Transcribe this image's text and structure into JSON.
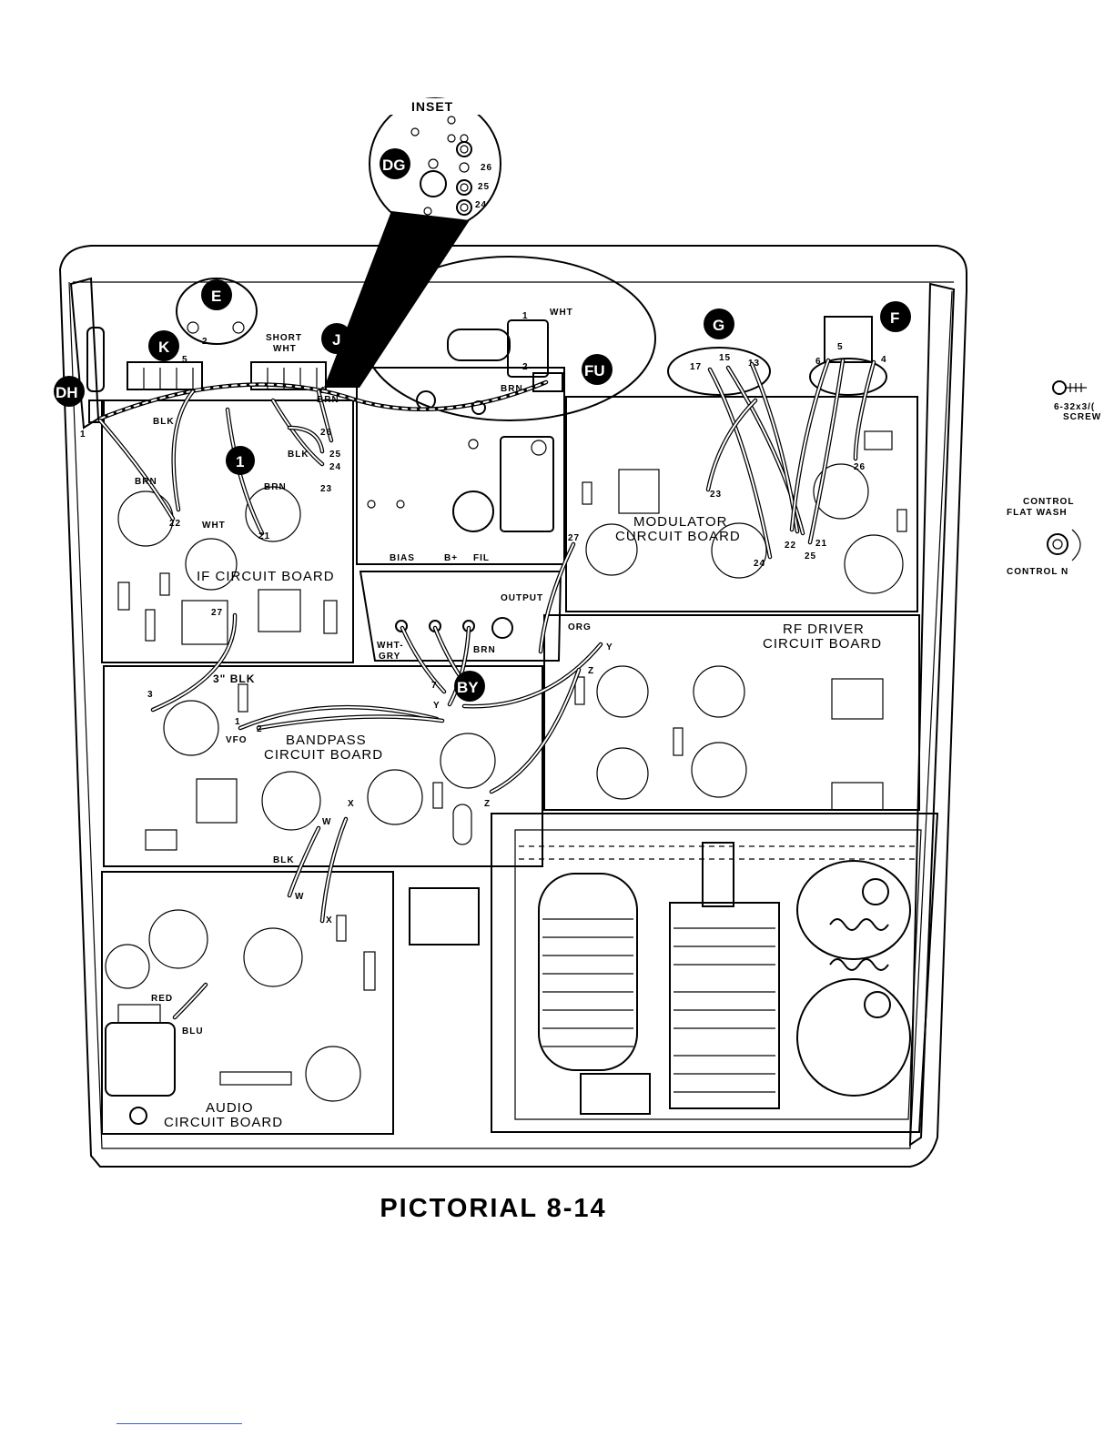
{
  "inset": {
    "title": "INSET",
    "callout": "DG",
    "lugs": [
      "26",
      "25",
      "24"
    ]
  },
  "callouts": {
    "E": "E",
    "K": "K",
    "J": "J",
    "DH": "DH",
    "one": "1",
    "G": "G",
    "F": "F",
    "FU": "FU",
    "BY": "BY"
  },
  "boards": {
    "if": "IF CIRCUIT BOARD",
    "modulator_line1": "MODULATOR",
    "modulator_line2": "CURCUIT BOARD",
    "rf_line1": "RF DRIVER",
    "rf_line2": "CIRCUIT BOARD",
    "bandpass_line1": "BANDPASS",
    "bandpass_line2": "CIRCUIT BOARD",
    "audio_line1": "AUDIO",
    "audio_line2": "CIRCUIT BOARD"
  },
  "labels": {
    "short": "SHORT",
    "wht": "WHT",
    "blk": "BLK",
    "brn": "BRN",
    "output": "OUTPUT",
    "org": "ORG",
    "wht_gry_1": "WHT-",
    "wht_gry_2": "GRY",
    "three_blk": "3\" BLK",
    "vfo": "VFO",
    "red": "RED",
    "blu": "BLU",
    "bias": "BIAS",
    "bplus": "B+",
    "fil": "FIL",
    "w": "W",
    "x": "X",
    "y": "Y",
    "z": "Z",
    "n1": "1",
    "n2": "2",
    "n3": "3",
    "n4": "4",
    "n5": "5",
    "n6": "6",
    "n7": "7",
    "n13": "13",
    "n15": "15",
    "n17": "17",
    "n21": "21",
    "n22": "22",
    "n23": "23",
    "n24": "24",
    "n25": "25",
    "n26": "26",
    "n27": "27"
  },
  "side_parts": {
    "screw_line1": "6-32x3/(",
    "screw_line2": "SCREW",
    "washer_line1": "CONTROL",
    "washer_line2": "FLAT WASH",
    "nut": "CONTROL N"
  },
  "caption": "PICTORIAL 8-14"
}
